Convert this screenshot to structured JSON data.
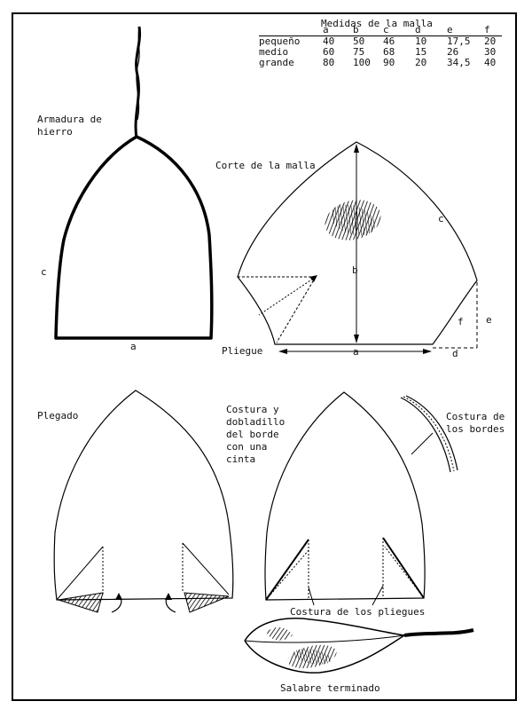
{
  "table": {
    "title": "Medidas de la malla",
    "columns": [
      "",
      "a",
      "b",
      "c",
      "d",
      "e",
      "f"
    ],
    "rows": [
      [
        "pequeño",
        "40",
        "50",
        "46",
        "10",
        "17,5",
        "20"
      ],
      [
        "medio",
        "60",
        "75",
        "68",
        "15",
        "26",
        "30"
      ],
      [
        "grande",
        "80",
        "100",
        "90",
        "20",
        "34,5",
        "40"
      ]
    ]
  },
  "labels": {
    "armadura": "Armadura de\nhierro",
    "frame_c": "c",
    "frame_a": "a",
    "corte": "Corte de la malla",
    "corte_c": "c",
    "corte_b": "b",
    "corte_f": "f",
    "corte_e": "e",
    "corte_a": "a",
    "corte_d": "d",
    "pliegue": "Pliegue",
    "plegado": "Plegado",
    "costura_dobladillo": "Costura y\ndobladillo\ndel borde\ncon una\ncinta",
    "costura_bordes": "Costura de\nlos bordes",
    "costura_pliegues": "Costura de los pliegues",
    "salabre": "Salabre terminado"
  }
}
